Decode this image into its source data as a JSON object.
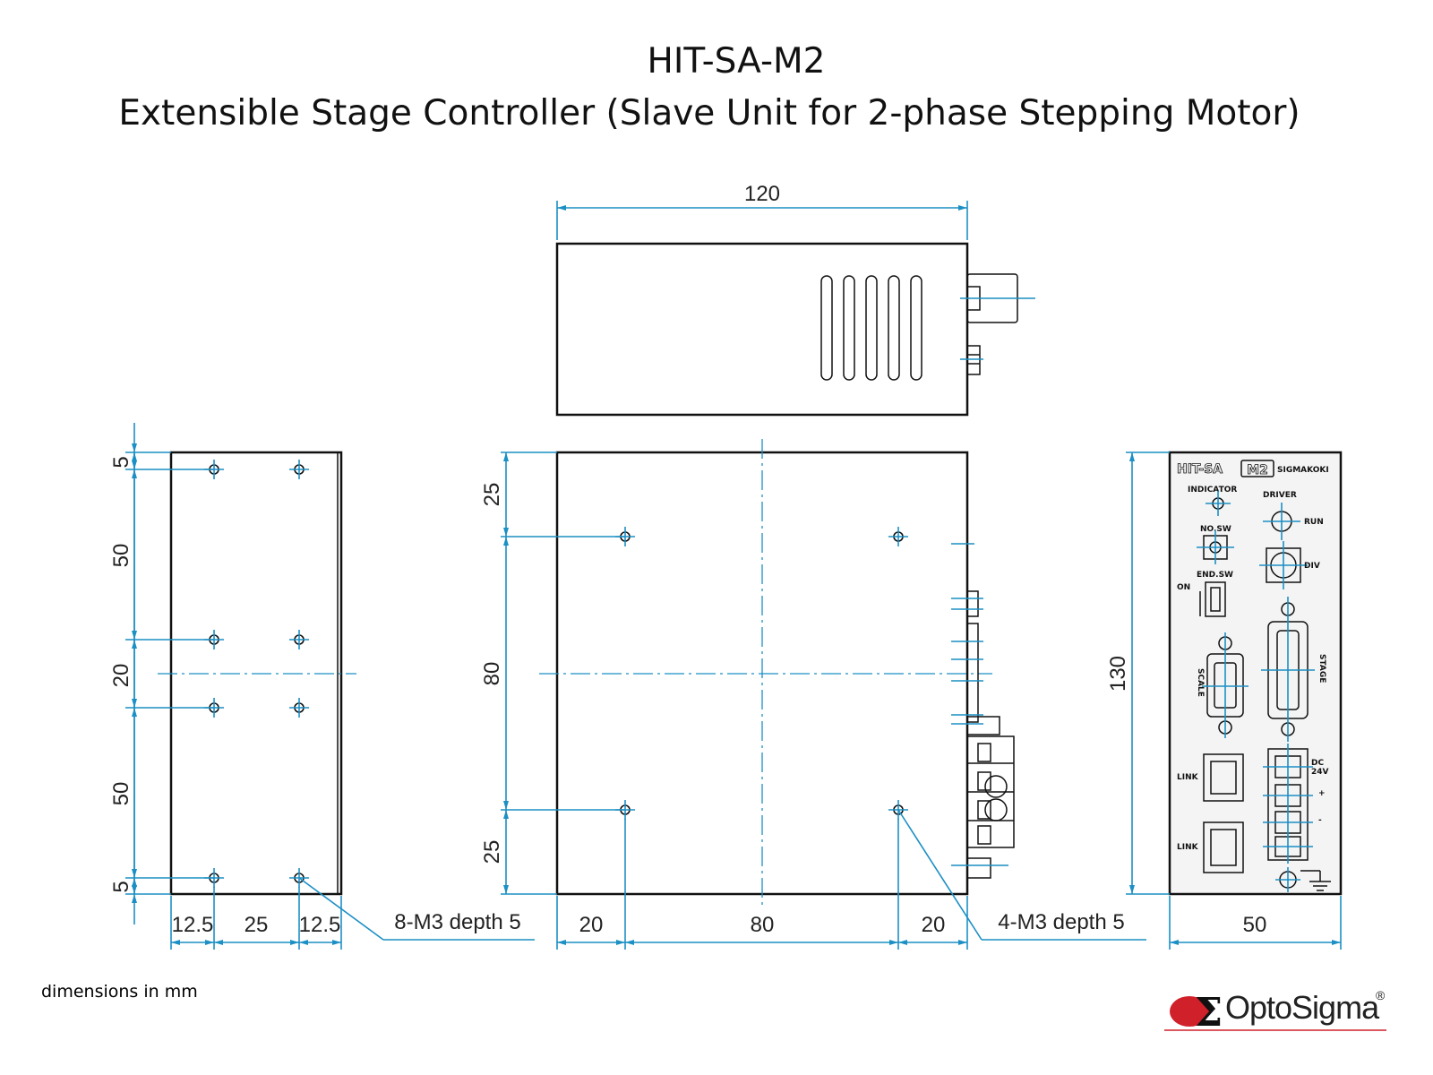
{
  "title": {
    "line1": "HIT-SA-M2",
    "line2": "Extensible Stage Controller (Slave Unit for 2-phase Stepping Motor)"
  },
  "dimensions": {
    "top_width": "120",
    "left_v": [
      "5",
      "50",
      "20",
      "50",
      "5"
    ],
    "left_h": [
      "12.5",
      "25",
      "12.5"
    ],
    "left_callout": "8-M3 depth 5",
    "mid_v": [
      "25",
      "80",
      "25"
    ],
    "mid_h": [
      "20",
      "80",
      "20"
    ],
    "mid_callout": "4-M3 depth 5",
    "right_height": "130",
    "right_width": "50"
  },
  "front_panel": {
    "model": "HIT-SA",
    "model_box": "M2",
    "brand": "SIGMAKOKI",
    "indicator": "INDICATOR",
    "driver": "DRIVER",
    "run": "RUN",
    "no_sw": "NO.SW",
    "div": "DIV",
    "end_sw": "END.SW",
    "on": "ON",
    "scale": "SCALE",
    "stage": "STAGE",
    "link1": "LINK",
    "link2": "LINK",
    "dc": "DC",
    "dc24": "24V",
    "plus": "+",
    "minus": "-"
  },
  "footer": {
    "units_note": "dimensions in mm",
    "logo_text": "OptoSigma",
    "logo_mark": "®"
  },
  "colors": {
    "dimension_lines": "#1c8fc4",
    "outline": "#111111",
    "logo_red": "#d0202a"
  }
}
